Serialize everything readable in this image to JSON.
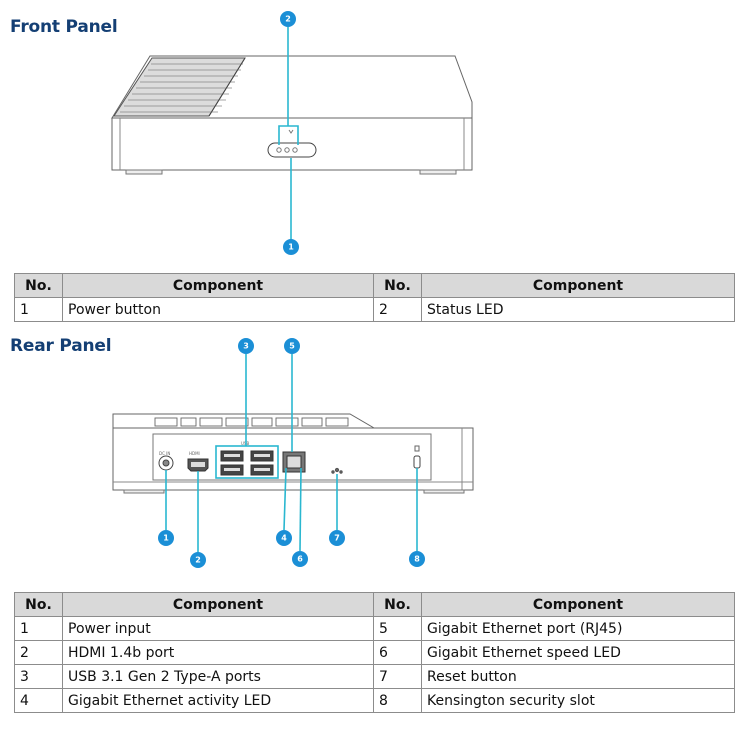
{
  "front": {
    "heading": "Front Panel",
    "callouts": [
      "1",
      "2"
    ],
    "headers": [
      "No.",
      "Component",
      "No.",
      "Component"
    ],
    "rows": [
      {
        "n1": "1",
        "c1": "Power button",
        "n2": "2",
        "c2": "Status LED"
      }
    ]
  },
  "rear": {
    "heading": "Rear Panel",
    "callouts": [
      "1",
      "2",
      "3",
      "4",
      "5",
      "6",
      "7",
      "8"
    ],
    "port_labels": {
      "dc": "DC IN",
      "hdmi": "HDMI",
      "usb": "USB"
    },
    "headers": [
      "No.",
      "Component",
      "No.",
      "Component"
    ],
    "rows": [
      {
        "n1": "1",
        "c1": "Power input",
        "n2": "5",
        "c2": "Gigabit Ethernet port (RJ45)"
      },
      {
        "n1": "2",
        "c1": "HDMI 1.4b port",
        "n2": "6",
        "c2": "Gigabit Ethernet speed LED"
      },
      {
        "n1": "3",
        "c1": "USB 3.1 Gen 2 Type-A ports",
        "n2": "7",
        "c2": "Reset button"
      },
      {
        "n1": "4",
        "c1": "Gigabit Ethernet activity LED",
        "n2": "8",
        "c2": "Kensington security slot"
      }
    ]
  },
  "colors": {
    "heading": "#143f74",
    "callout": "#1b8fd6",
    "leader": "#2ab7d0",
    "header_bg": "#d9d9d9"
  }
}
